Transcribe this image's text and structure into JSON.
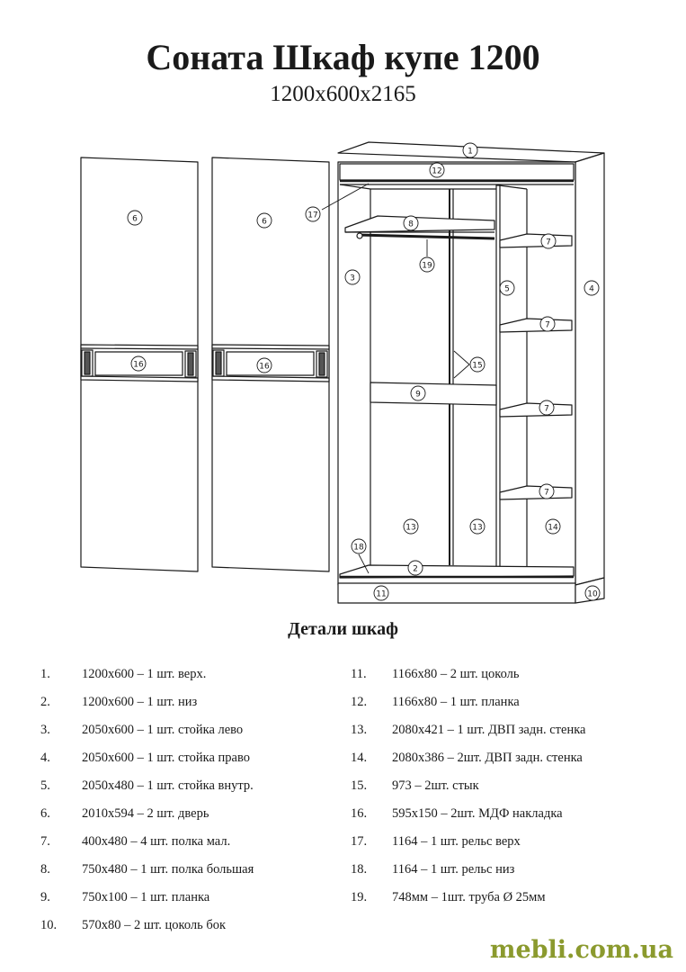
{
  "header": {
    "title": "Соната Шкаф купе 1200",
    "dimensions": "1200х600х2165"
  },
  "callouts": {
    "c1": "1",
    "c2": "2",
    "c3": "3",
    "c4": "4",
    "c5": "5",
    "c6": "6",
    "c7": "7",
    "c8": "8",
    "c9": "9",
    "c10": "10",
    "c11": "11",
    "c12": "12",
    "c13": "13",
    "c14": "14",
    "c15": "15",
    "c16": "16",
    "c17": "17",
    "c18": "18",
    "c19": "19"
  },
  "details": {
    "title": "Детали шкаф",
    "left": [
      {
        "num": "1.",
        "text": "1200х600 – 1 шт. верх."
      },
      {
        "num": "2.",
        "text": "1200х600 – 1 шт. низ"
      },
      {
        "num": "3.",
        "text": "2050х600 – 1 шт. стойка лево"
      },
      {
        "num": "4.",
        "text": "2050х600 – 1 шт. стойка право"
      },
      {
        "num": "5.",
        "text": "2050х480 – 1 шт. стойка внутр."
      },
      {
        "num": "6.",
        "text": "2010х594 – 2 шт. дверь"
      },
      {
        "num": "7.",
        "text": "400х480 – 4 шт. полка мал."
      },
      {
        "num": "8.",
        "text": "750х480 – 1 шт. полка большая"
      },
      {
        "num": "9.",
        "text": "750х100 – 1 шт. планка"
      },
      {
        "num": "10.",
        "text": "570х80 – 2 шт. цоколь бок"
      }
    ],
    "right": [
      {
        "num": "11.",
        "text": "1166х80 – 2 шт. цоколь"
      },
      {
        "num": "12.",
        "text": "1166х80 – 1 шт. планка"
      },
      {
        "num": "13.",
        "text": "2080х421 – 1 шт. ДВП задн. стенка"
      },
      {
        "num": "14.",
        "text": "2080х386 – 2шт. ДВП задн. стенка"
      },
      {
        "num": "15.",
        "text": "973 – 2шт. стык"
      },
      {
        "num": "16.",
        "text": "595х150 – 2шт. МДФ накладка"
      },
      {
        "num": "17.",
        "text": "1164 – 1 шт. рельс верх"
      },
      {
        "num": "18.",
        "text": "1164 – 1 шт. рельс низ"
      },
      {
        "num": "19.",
        "text": "748мм – 1шт. труба Ø 25мм"
      }
    ]
  },
  "brand": {
    "text": "mebli.com.ua",
    "color": "#8b9a2e"
  }
}
